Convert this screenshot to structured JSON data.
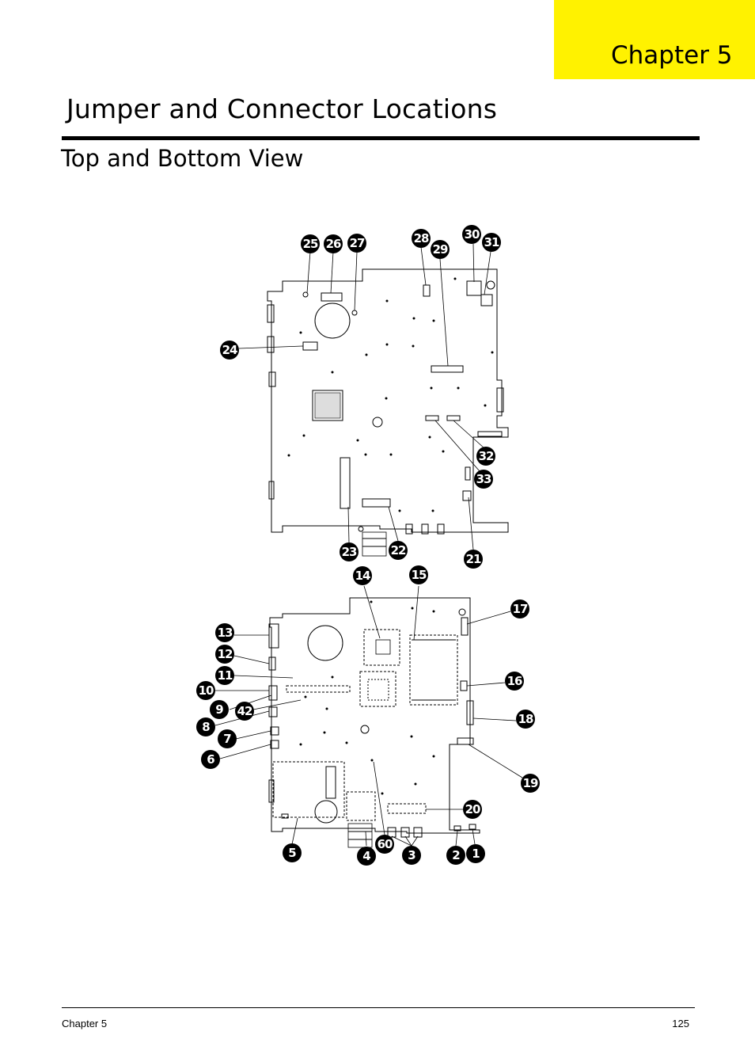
{
  "chapter_tab": "Chapter 5",
  "title": "Jumper and Connector Locations",
  "subtitle": "Top and Bottom View",
  "callouts": {
    "c1": "1",
    "c2": "2",
    "c3": "3",
    "c4": "4",
    "c5": "5",
    "c6": "6",
    "c7": "7",
    "c8": "8",
    "c9": "9",
    "c10": "10",
    "c11": "11",
    "c12": "12",
    "c13": "13",
    "c14": "14",
    "c15": "15",
    "c16": "16",
    "c17": "17",
    "c18": "18",
    "c19": "19",
    "c20": "20",
    "c21": "21",
    "c22": "22",
    "c23": "23",
    "c24": "24",
    "c25": "25",
    "c26": "26",
    "c27": "27",
    "c28": "28",
    "c29": "29",
    "c30": "30",
    "c31": "31",
    "c32": "32",
    "c33": "33",
    "c42": "42",
    "c60": "60"
  },
  "footer": {
    "left": "Chapter 5",
    "right": "125"
  }
}
